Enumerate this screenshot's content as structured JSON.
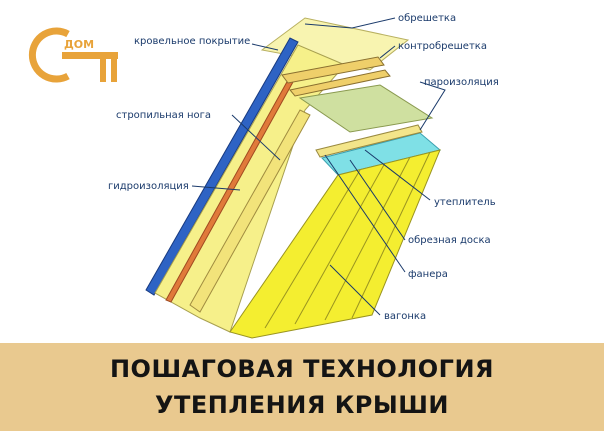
{
  "logo": {
    "text": "ДОМ",
    "color": "#e8a33a"
  },
  "labels": {
    "obreshetka": "обрешетка",
    "krovelnoe": "кровельное покрытие",
    "kontrobreshetka": "контробрешетка",
    "paroizolyaciya": "пароизоляция",
    "stropilnaya": "стропильная нога",
    "gidroizolyaciya": "гидроизоляция",
    "uteplitel": "утеплитель",
    "obreznaya": "обрезная доска",
    "fanera": "фанера",
    "vagonka": "вагонка"
  },
  "banner": {
    "line1": "ПОШАГОВАЯ ТЕХНОЛОГИЯ",
    "line2": "УТЕПЛЕНИЯ КРЫШИ",
    "background": "#e9c98f"
  },
  "colors": {
    "roofing": "#2e63c4",
    "insulation": "#f6f08a",
    "rafter": "#f2e37a",
    "waterproofing": "#e07a3a",
    "vapor": "#7fe0e6",
    "cladding": "#f4ee30",
    "label": "#1a3a6b"
  }
}
